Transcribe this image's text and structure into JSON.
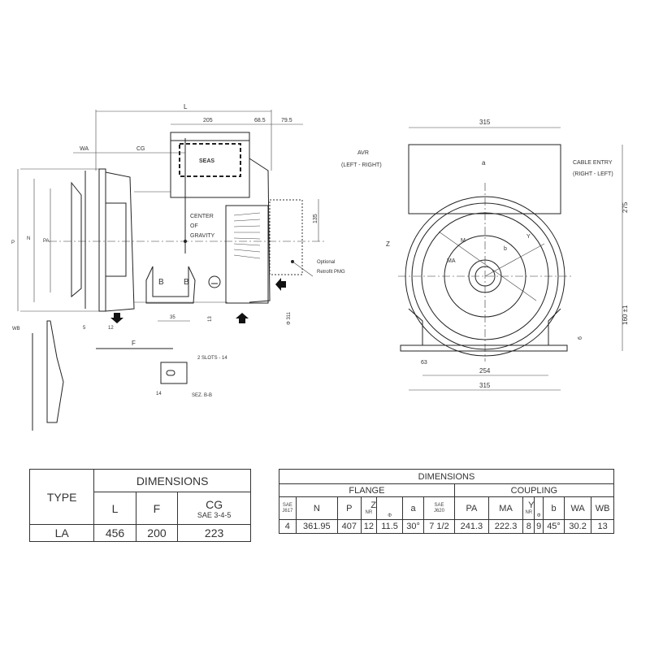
{
  "side_view": {
    "dim_L": "L",
    "dim_205": "205",
    "dim_68_5": "68.5",
    "dim_79_5": "79.5",
    "dim_WA": "WA",
    "dim_CG": "CG",
    "cog_line1": "CENTER",
    "cog_line2": "OF",
    "cog_line3": "GRAVITY",
    "dim_135": "135",
    "pmg_line1": "Optional",
    "pmg_line2": "Retrofit PMG",
    "section_b1": "B",
    "section_b2": "B",
    "dim_35": "35",
    "dim_13": "13",
    "dim_311": "Φ 311",
    "dim_5": "5",
    "dim_12": "12",
    "dim_F": "F",
    "slots": "2 SLOTS - 14",
    "dim_14": "14",
    "section_label": "SEZ. B-B",
    "dim_WB": "WB",
    "dim_P": "P",
    "dim_N": "N",
    "dim_PA": "PA"
  },
  "front_view": {
    "dim_315_top": "315",
    "avr_line1": "AVR",
    "avr_line2": "(LEFT - RIGHT)",
    "cable_line1": "CABLE ENTRY",
    "cable_line2": "(RIGHT - LEFT)",
    "dim_275": "275",
    "dim_160": "160 ±1",
    "dim_6": "6",
    "dim_63": "63",
    "dim_254": "254",
    "dim_315_bottom": "315",
    "label_a": "a",
    "label_Z": "Z",
    "label_M": "M",
    "label_MA": "MA",
    "label_Y": "Y",
    "label_b": "b"
  },
  "table_main": {
    "type_header": "TYPE",
    "dimensions_header": "DIMENSIONS",
    "col_L": "L",
    "col_F": "F",
    "col_CG": "CG",
    "col_CG_sub": "SAE 3-4-5",
    "row": {
      "type": "LA",
      "L": "456",
      "F": "200",
      "CG": "223"
    }
  },
  "table_coupling": {
    "title": "DIMENSIONS",
    "flange": "FLANGE",
    "coupling": "COUPLING",
    "headers": {
      "sae_j617_1": "SAE",
      "sae_j617_2": "J617",
      "N": "N",
      "P": "P",
      "Z": "Z",
      "Z_nr": "NR",
      "Z_phi": "Φ",
      "a": "a",
      "sae_j620_1": "SAE",
      "sae_j620_2": "J620",
      "PA": "PA",
      "MA": "MA",
      "Y": "Y",
      "Y_nr": "NR",
      "Y_phi": "Φ",
      "b": "b",
      "WA": "WA",
      "WB": "WB"
    },
    "values": {
      "sae_j617": "4",
      "N": "361.95",
      "P": "407",
      "Z_nr": "12",
      "Z_phi": "11.5",
      "a": "30°",
      "sae_j620": "7 1/2",
      "PA": "241.3",
      "MA": "222.3",
      "Y_nr": "8",
      "Y_phi": "9",
      "b": "45°",
      "WA": "30.2",
      "WB": "13"
    }
  }
}
